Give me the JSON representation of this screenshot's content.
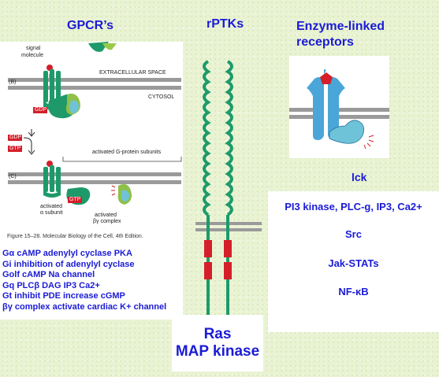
{
  "headers": {
    "gpcr": "GPCR’s",
    "rptk": "rPTKs",
    "enzyme_line1": "Enzyme-linked",
    "enzyme_line2": "receptors"
  },
  "gpcr_figure": {
    "signal_label_1": "signal",
    "signal_label_2": "molecule",
    "panel_b": "(B)",
    "panel_c": "(C)",
    "extracellular": "EXTRACELLULAR SPACE",
    "cytosol": "CYTOSOL",
    "gdp": "GDP",
    "gtp": "GTP",
    "activated_subunits": "activated G-protein subunits",
    "activated_alpha_1": "activated",
    "activated_alpha_2": "α subunit",
    "activated_bg_1": "activated",
    "activated_bg_2": "βγ complex",
    "caption": "Figure 15–28. Molecular Biology of the Cell, 4th Edition."
  },
  "gpcr_list": [
    "Gα  cAMP  adenylyl cyclase PKA",
    "Gi   inhibition  of adenylyl  cyclase",
    "Golf cAMP Na channel",
    "Gq  PLCβ  DAG  IP3  Ca2+",
    "Gt  inhibit  PDE increase cGMP",
    "βγ complex  activate cardiac K+ channel"
  ],
  "enzyme": {
    "lck": "lck",
    "items": [
      "PI3 kinase, PLC-g, IP3, Ca2+",
      "Src",
      "Jak-STATs",
      "NF-κB"
    ]
  },
  "ras": {
    "line1": "Ras",
    "line2": "MAP kinase"
  },
  "colors": {
    "text_blue": "#1b1bd6",
    "receptor_green": "#1e9a6a",
    "receptor_red": "#d41f2a",
    "receptor_blue": "#4aa6d8",
    "membrane_grey": "#9a9a9a",
    "background": "#e9f3d3"
  }
}
